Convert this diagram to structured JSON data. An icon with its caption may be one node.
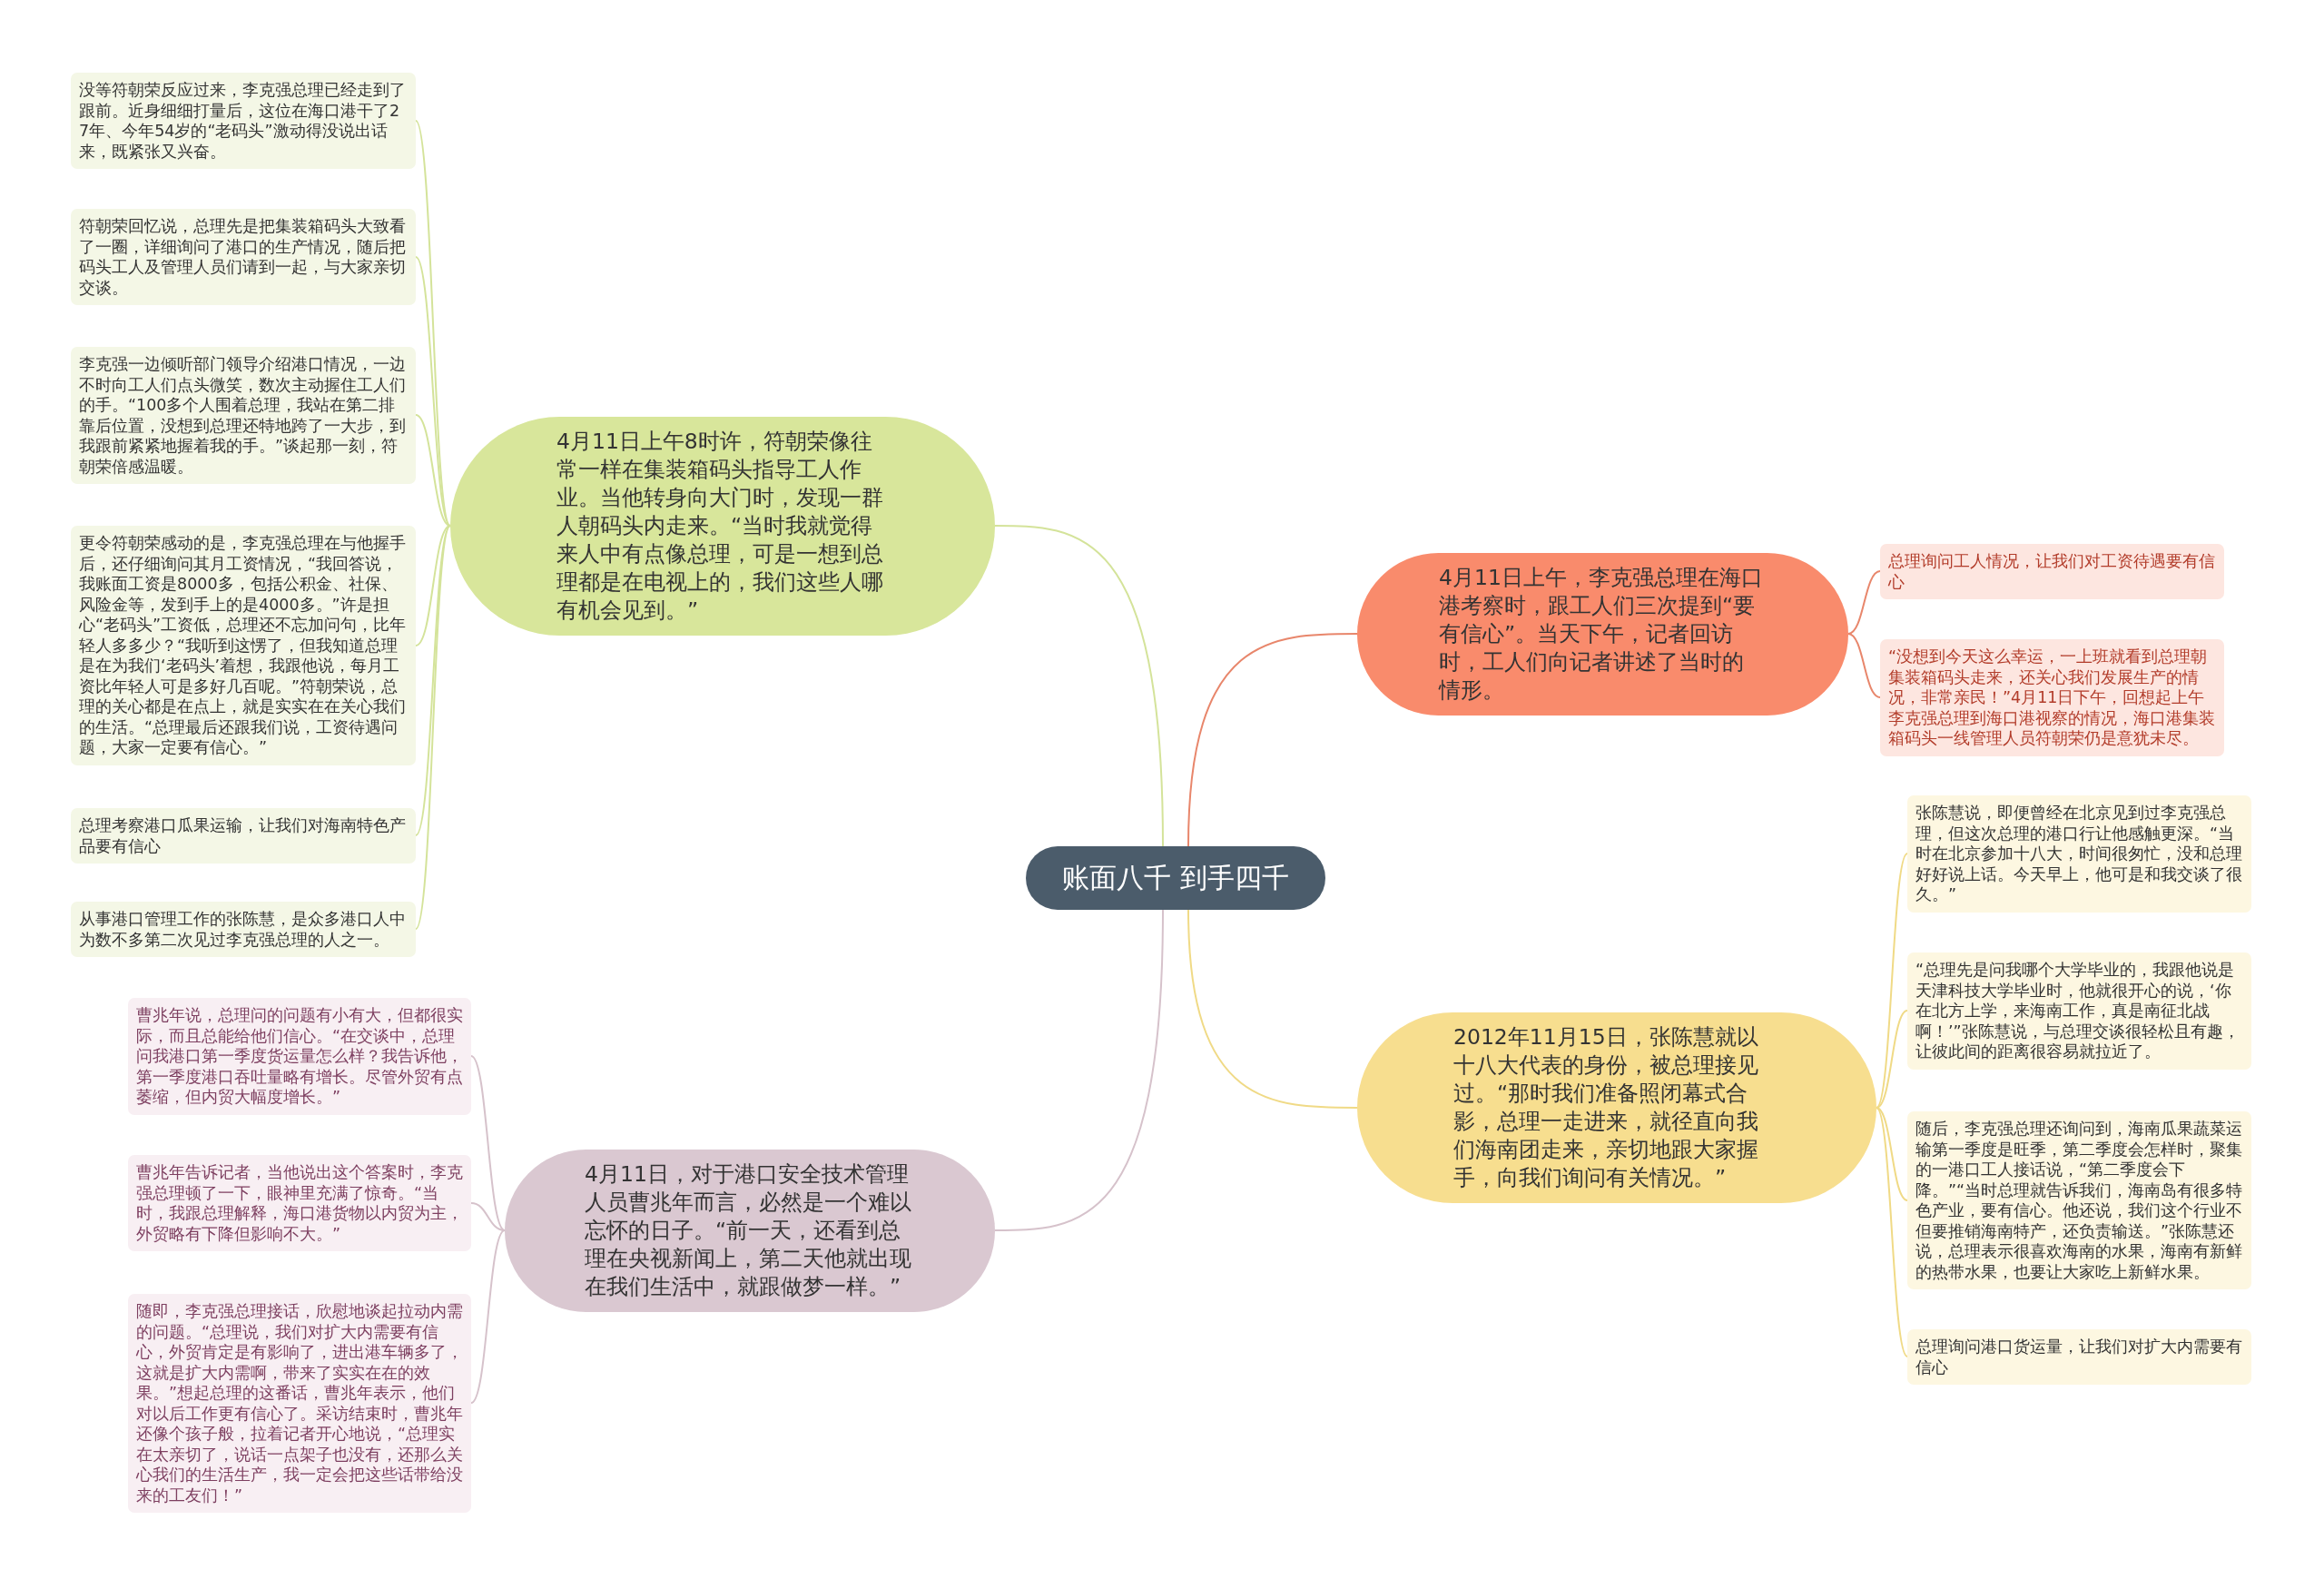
{
  "diagram": {
    "nodes": [
      {
        "text": [
          "账面八千 到手四千"
        ]
      },
      {
        "text": [
          "4月11日上午8时许，符朝荣像往常一样在集装箱码头指导工人作业。当他转身向大门时，发现一群人朝码头内走来。“当时我就觉得来人中有点像总理，可是一想到总理都是在电视上的，我们这些人哪有机会见到。”"
        ]
      },
      {
        "text": [
          "没等符朝荣反应过来，李克强总理已经走到了跟前。近身细细打量后，这位在海口港干了27年、今年54岁的“老码头”激动得没说出话来，既紧张又兴奋。"
        ]
      },
      {
        "text": [
          "符朝荣回忆说，总理先是把集装箱码头大致看了一圈，详细询问了港口的生产情况，随后把码头工人及管理人员们请到一起，与大家亲切交谈。"
        ]
      },
      {
        "text": [
          "李克强一边倾听部门领导介绍港口情况，一边不时向工人们点头微笑，数次主动握住工人们的手。“100多个人围着总理，我站在第二排靠后位置，没想到总理还特地跨了一大步，到我跟前紧紧地握着我的手。”谈起那一刻，符朝荣倍感温暖。"
        ]
      },
      {
        "text": [
          "更令符朝荣感动的是，李克强总理在与他握手后，还仔细询问其月工资情况，“我回答说，我账面工资是8000多，包括公积金、社保、风险金等，发到手上的是4000多。”许是担心“老码头”工资低，总理还不忘加问句，比年轻人多多少？“我听到这愣了，但我知道总理是在为我们‘老码头’着想，我跟他说，每月工资比年轻人可是多好几百呢。”符朝荣说，总理的关心都是在点上，就是实实在在关心我们的生活。“总理最后还跟我们说，工资待遇问题，大家一定要有信心。”"
        ]
      },
      {
        "text": [
          "总理考察港口瓜果运输，让我们对海南特色产品要有信心"
        ]
      },
      {
        "text": [
          "从事港口管理工作的张陈慧，是众多港口人中为数不多第二次见过李克强总理的人之一。"
        ]
      },
      {
        "text": [
          "4月11日上午，李克强总理在海口港考察时，跟工人们三次提到“要有信心”。当天下午，记者回访时，工人们向记者讲述了当时的情形。"
        ]
      },
      {
        "text": [
          "总理询问工人情况，让我们对工资待遇要有信心"
        ]
      },
      {
        "text": [
          "“没想到今天这么幸运，一上班就看到总理朝集装箱码头走来，还关心我们发展生产的情况，非常亲民！”4月11日下午，回想起上午李克强总理到海口港视察的情况，海口港集装箱码头一线管理人员符朝荣仍是意犹未尽。"
        ]
      },
      {
        "text": [
          "2012年11月15日，张陈慧就以十八大代表的身份，被总理接见过。“那时我们准备照闭幕式合影，总理一走进来，就径直向我们海南团走来，亲切地跟大家握手，向我们询问有关情况。”"
        ]
      },
      {
        "text": [
          "张陈慧说，即便曾经在北京见到过李克强总理，但这次总理的港口行让他感触更深。“当时在北京参加十八大，时间很匆忙，没和总理好好说上话。今天早上，他可是和我交谈了很久。”"
        ]
      },
      {
        "text": [
          "“总理先是问我哪个大学毕业的，我跟他说是天津科技大学毕业时，他就很开心的说，‘你在北方上学，来海南工作，真是南征北战啊！’”张陈慧说，与总理交谈很轻松且有趣，让彼此间的距离很容易就拉近了。"
        ]
      },
      {
        "text": [
          "随后，李克强总理还询问到，海南瓜果蔬菜运输第一季度是旺季，第二季度会怎样时，聚集的一港口工人接话说，“第二季度会下降。”“当时总理就告诉我们，海南岛有很多特色产业，要有信心。他还说，我们这个行业不但要推销海南特产，还负责输送。”张陈慧还说，总理表示很喜欢海南的水果，海南有新鲜的热带水果，也要让大家吃上新鲜水果。"
        ]
      },
      {
        "text": [
          "总理询问港口货运量，让我们对扩大内需要有信心"
        ]
      },
      {
        "text": [
          "4月11日，对于港口安全技术管理人员曹兆年而言，必然是一个难以忘怀的日子。“前一天，还看到总理在央视新闻上，第二天他就出现在我们生活中，就跟做梦一样。”"
        ]
      },
      {
        "text": [
          "曹兆年说，总理问的问题有小有大，但都很实际，而且总能给他们信心。“在交谈中，总理问我港口第一季度货运量怎么样？我告诉他，第一季度港口吞吐量略有增长。尽管外贸有点萎缩，但内贸大幅度增长。”"
        ]
      },
      {
        "text": [
          "曹兆年告诉记者，当他说出这个答案时，李克强总理顿了一下，眼神里充满了惊奇。“当时，我跟总理解释，海口港货物以内贸为主，外贸略有下降但影响不大。”"
        ]
      },
      {
        "text": [
          "随即，李克强总理接话，欣慰地谈起拉动内需的问题。“总理说，我们对扩大内需要有信心，外贸肯定是有影响了，进出港车辆多了，这就是扩大内需啊，带来了实实在在的效果。”想起总理的这番话，曹兆年表示，他们对以后工作更有信心了。采访结束时，曹兆年还像个孩子般，拉着记者开心地说，“总理实在太亲切了，说话一点架子也没有，还那么关心我们的生活生产，我一定会把这些话带给没来的工友们！”"
        ]
      }
    ],
    "edges": [
      {
        "from": 0,
        "to": 1,
        "arrow": "none"
      },
      {
        "from": 1,
        "to": 2,
        "arrow": "none"
      },
      {
        "from": 1,
        "to": 3,
        "arrow": "none"
      },
      {
        "from": 1,
        "to": 4,
        "arrow": "none"
      },
      {
        "from": 1,
        "to": 5,
        "arrow": "none"
      },
      {
        "from": 1,
        "to": 6,
        "arrow": "none"
      },
      {
        "from": 1,
        "to": 7,
        "arrow": "none"
      },
      {
        "from": 0,
        "to": 8,
        "arrow": "none",
        "color": "#e8866b"
      },
      {
        "from": 8,
        "to": 9,
        "arrow": "none",
        "color": "#e8866b"
      },
      {
        "from": 8,
        "to": 10,
        "arrow": "none",
        "color": "#e8866b"
      },
      {
        "from": 0,
        "to": 11,
        "arrow": "none",
        "color": "#f0da86"
      },
      {
        "from": 11,
        "to": 12,
        "arrow": "none",
        "color": "#f0da86"
      },
      {
        "from": 11,
        "to": 13,
        "arrow": "none",
        "color": "#f0da86"
      },
      {
        "from": 11,
        "to": 14,
        "arrow": "none",
        "color": "#f0da86"
      },
      {
        "from": 11,
        "to": 15,
        "arrow": "none",
        "color": "#f0da86"
      },
      {
        "from": 0,
        "to": 16,
        "arrow": "none",
        "color": "#d6c2cb"
      },
      {
        "from": 16,
        "to": 17,
        "arrow": "none",
        "color": "#d6c2cb"
      },
      {
        "from": 16,
        "to": 18,
        "arrow": "none",
        "color": "#d6c2cb"
      },
      {
        "from": 16,
        "to": 19,
        "arrow": "none",
        "color": "#d6c2cb"
      }
    ]
  }
}
